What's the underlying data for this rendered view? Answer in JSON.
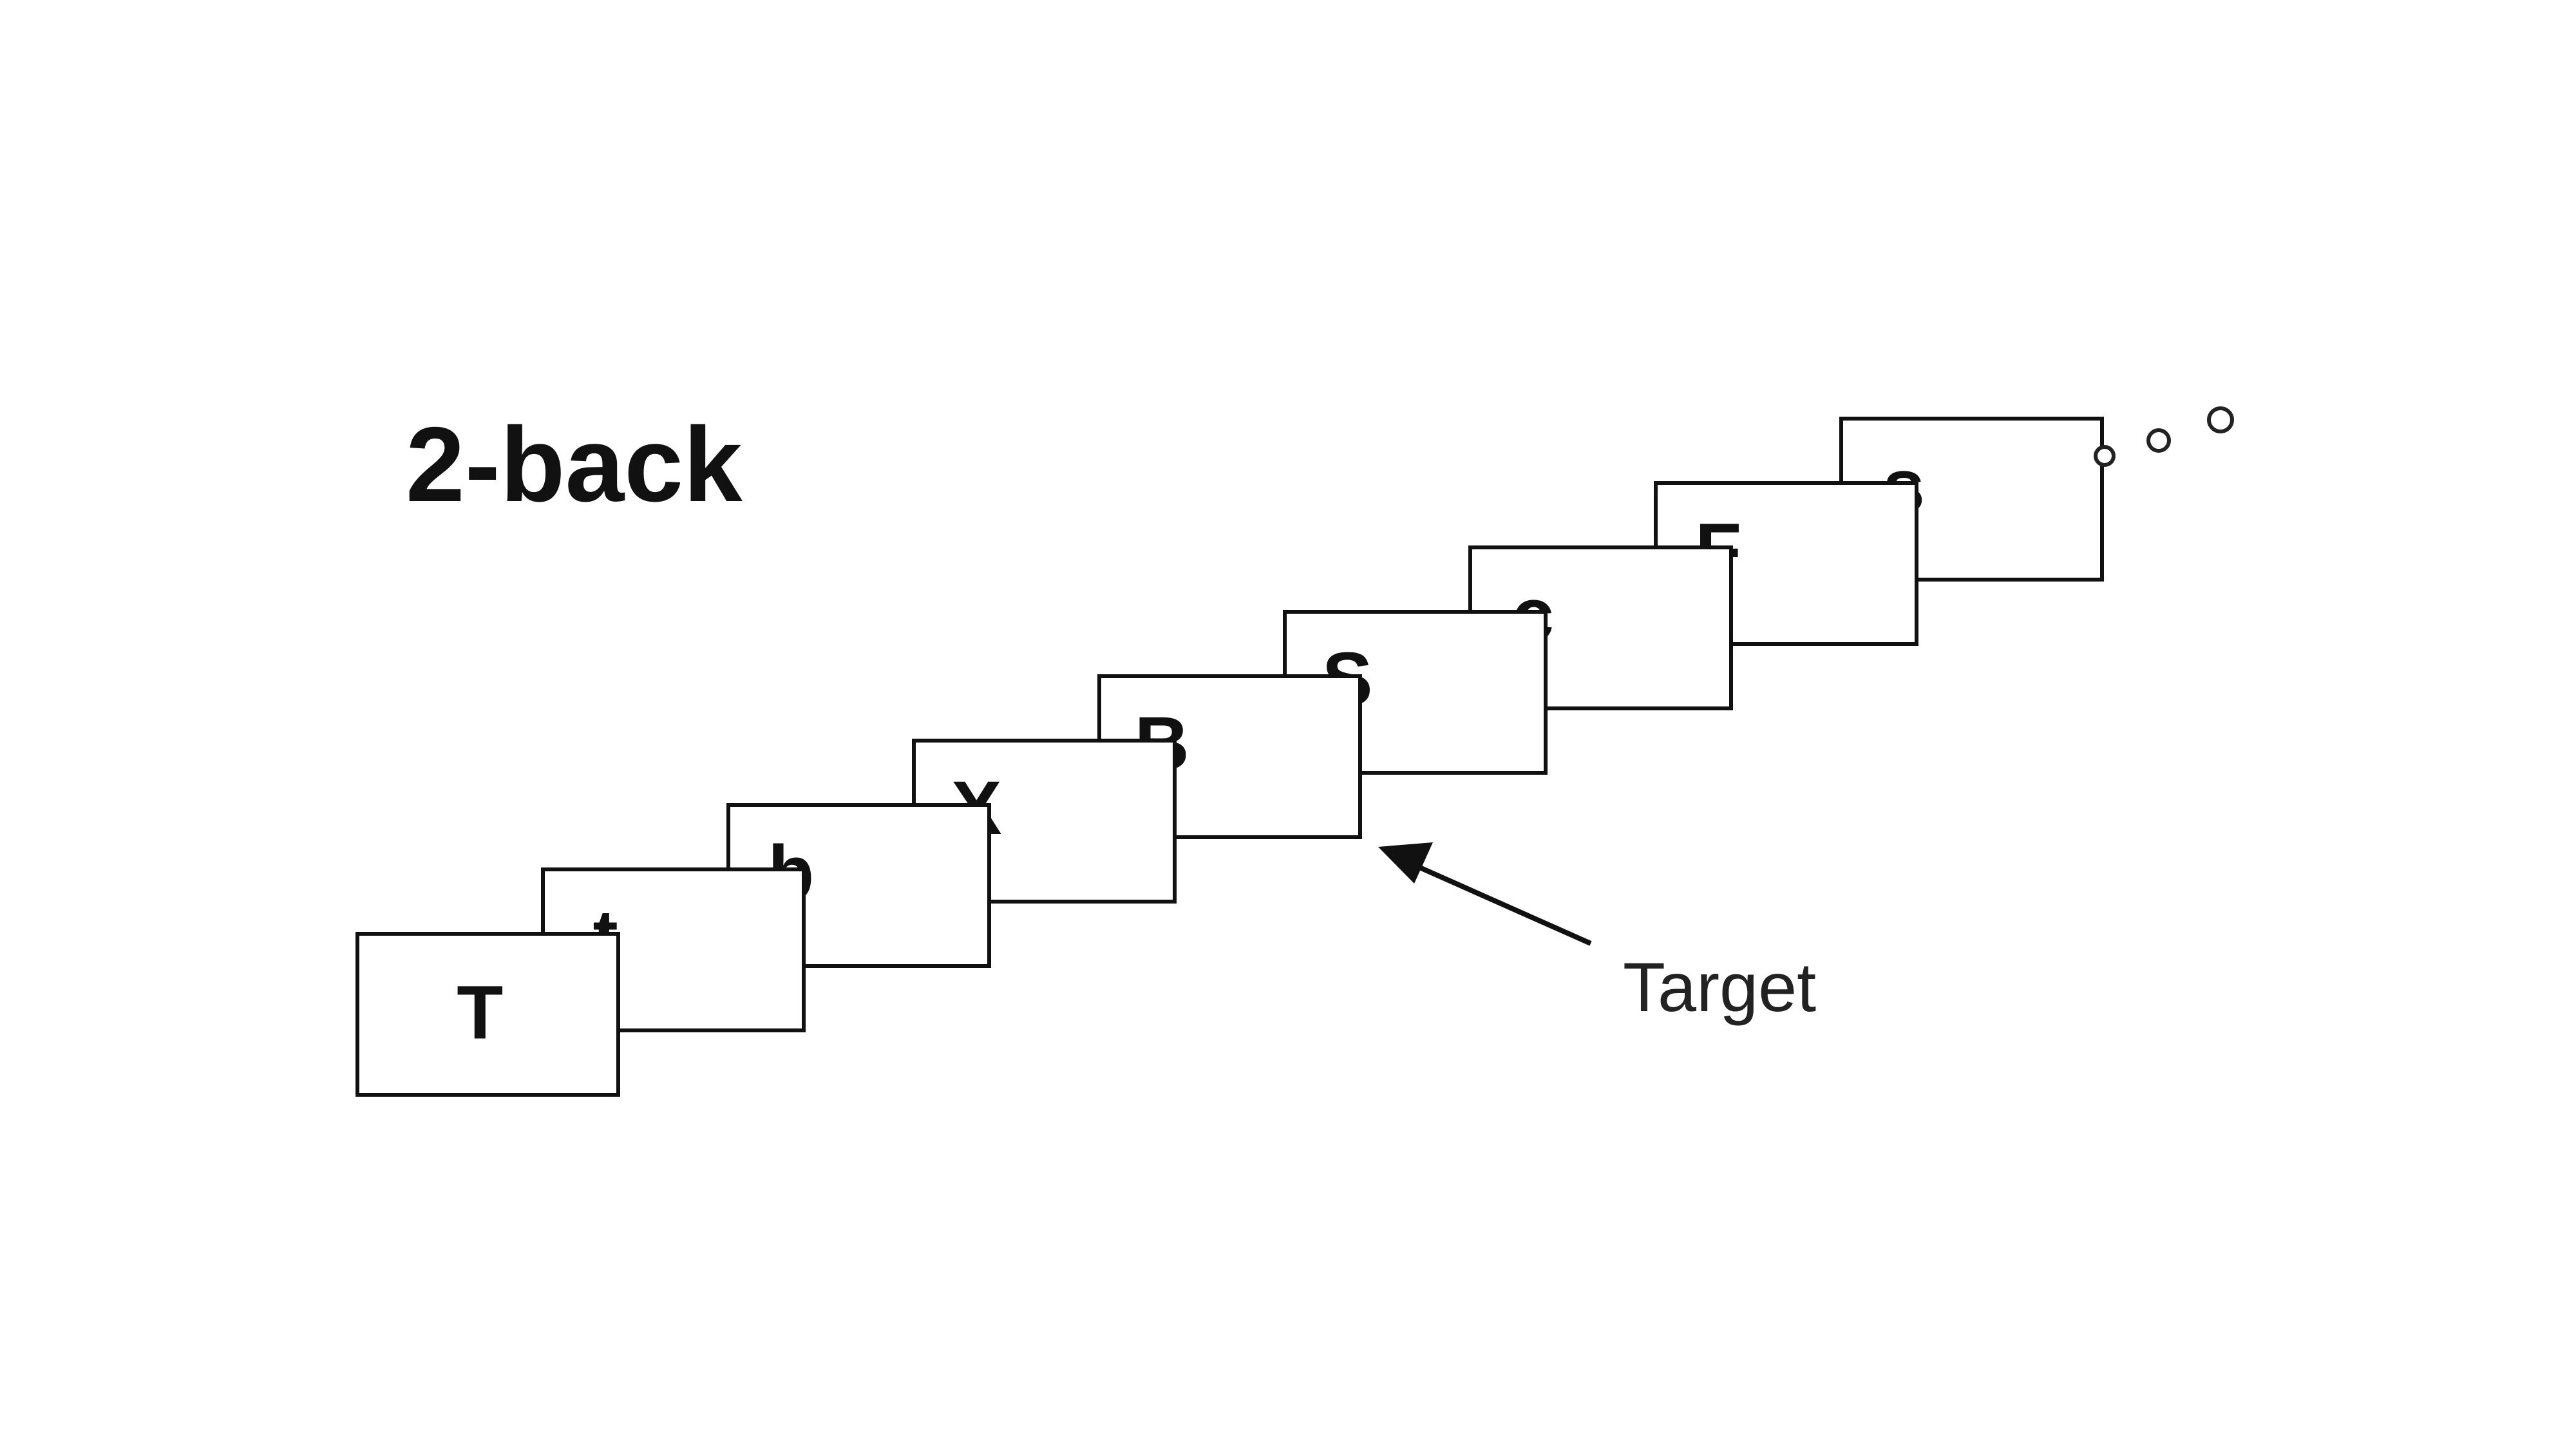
{
  "title": "2-back",
  "sequence": [
    "T",
    "t",
    "b",
    "X",
    "B",
    "S",
    "c",
    "F",
    "s"
  ],
  "target_label": "Target",
  "continuation": "ellipsis-dots"
}
